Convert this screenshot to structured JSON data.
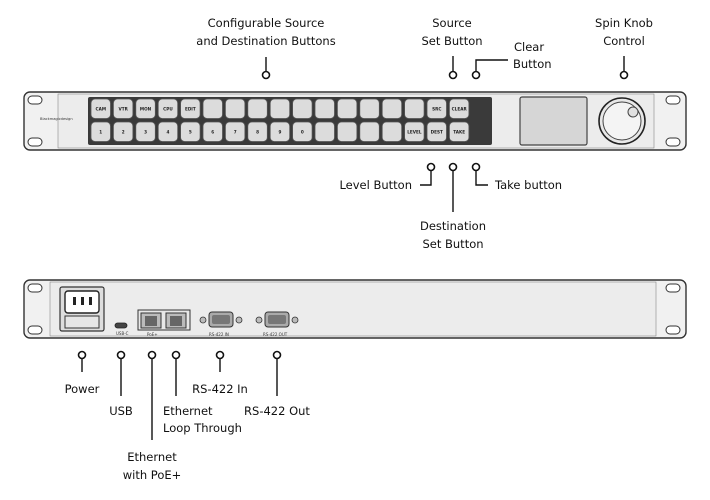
{
  "front_callouts": {
    "configurable": [
      "Configurable Source",
      "and Destination Buttons"
    ],
    "source_set": [
      "Source",
      "Set Button"
    ],
    "clear": [
      "Clear",
      "Button"
    ],
    "spin_knob": [
      "Spin Knob",
      "Control"
    ],
    "level": [
      "Level Button"
    ],
    "destination_set": [
      "Destination",
      "Set Button"
    ],
    "take": [
      "Take button"
    ]
  },
  "back_callouts": {
    "power": [
      "Power"
    ],
    "usb": [
      "USB"
    ],
    "ethernet_poe": [
      "Ethernet",
      "with PoE+"
    ],
    "ethernet_loop": [
      "Ethernet",
      "Loop Through"
    ],
    "rs422_in": [
      "RS-422 In"
    ],
    "rs422_out": [
      "RS-422 Out"
    ]
  },
  "panel_text": {
    "brand": "Blackmagicdesign",
    "top_row": [
      "CAM",
      "VTR",
      "MON",
      "CPU",
      "EDIT",
      "",
      "",
      "",
      "",
      "",
      "",
      "",
      "",
      "",
      "",
      "SRC",
      "CLEAR"
    ],
    "bottom_row": [
      "1",
      "2",
      "3",
      "4",
      "5",
      "6",
      "7",
      "8",
      "9",
      "0",
      "",
      "",
      "",
      "",
      "LEVEL",
      "DEST",
      "TAKE"
    ],
    "usb_label": "USB-C",
    "poe_label": "PoE+",
    "rs422_in_label": "RS-422 IN",
    "rs422_out_label": "RS-422 OUT"
  }
}
